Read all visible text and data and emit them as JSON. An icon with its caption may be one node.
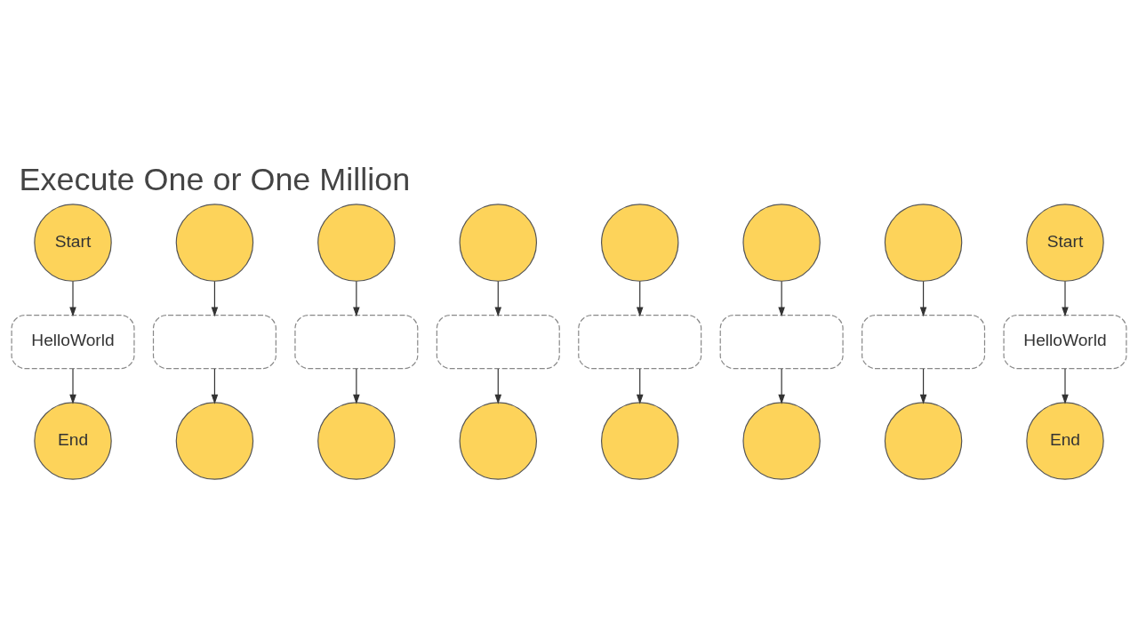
{
  "diagram": {
    "title": "Execute One or One Million",
    "nodes": [
      {
        "text": [
          "Start"
        ]
      },
      {
        "text": [
          "HelloWorld"
        ]
      },
      {
        "text": [
          "End"
        ]
      },
      {
        "text": [],
        "shape": "circle"
      },
      {
        "text": [],
        "shape": "circle"
      },
      {
        "text": [],
        "shape": "circle"
      },
      {
        "text": [],
        "shape": "circle"
      },
      {
        "text": [],
        "shape": "circle"
      },
      {
        "text": [],
        "shape": "circle"
      },
      {
        "text": [
          "Start"
        ]
      },
      {
        "text": [],
        "shape": "box"
      },
      {
        "text": [],
        "shape": "box"
      },
      {
        "text": [],
        "shape": "box"
      },
      {
        "text": [],
        "shape": "box"
      },
      {
        "text": [],
        "shape": "box"
      },
      {
        "text": [],
        "shape": "box"
      },
      {
        "text": [
          "HelloWorld"
        ]
      },
      {
        "text": [],
        "shape": "circle"
      },
      {
        "text": [],
        "shape": "circle"
      },
      {
        "text": [],
        "shape": "circle"
      },
      {
        "text": [],
        "shape": "circle"
      },
      {
        "text": [],
        "shape": "circle"
      },
      {
        "text": [],
        "shape": "circle"
      },
      {
        "text": [
          "End"
        ]
      }
    ],
    "edges": [
      {
        "from": 0,
        "to": 1,
        "arrow": "to"
      },
      {
        "from": 1,
        "to": 2,
        "arrow": "to"
      },
      {
        "from": 3,
        "to": 10,
        "arrow": "to"
      },
      {
        "from": 4,
        "to": 11,
        "arrow": "to"
      },
      {
        "from": 5,
        "to": 12,
        "arrow": "to"
      },
      {
        "from": 6,
        "to": 13,
        "arrow": "to"
      },
      {
        "from": 7,
        "to": 14,
        "arrow": "to"
      },
      {
        "from": 8,
        "to": 15,
        "arrow": "to"
      },
      {
        "from": 9,
        "to": 16,
        "arrow": "to"
      },
      {
        "from": 10,
        "to": 17,
        "arrow": "to"
      },
      {
        "from": 11,
        "to": 18,
        "arrow": "to"
      },
      {
        "from": 12,
        "to": 19,
        "arrow": "to"
      },
      {
        "from": 13,
        "to": 20,
        "arrow": "to"
      },
      {
        "from": 14,
        "to": 21,
        "arrow": "to"
      },
      {
        "from": 15,
        "to": 22,
        "arrow": "to"
      },
      {
        "from": 16,
        "to": 23,
        "arrow": "to"
      }
    ]
  }
}
